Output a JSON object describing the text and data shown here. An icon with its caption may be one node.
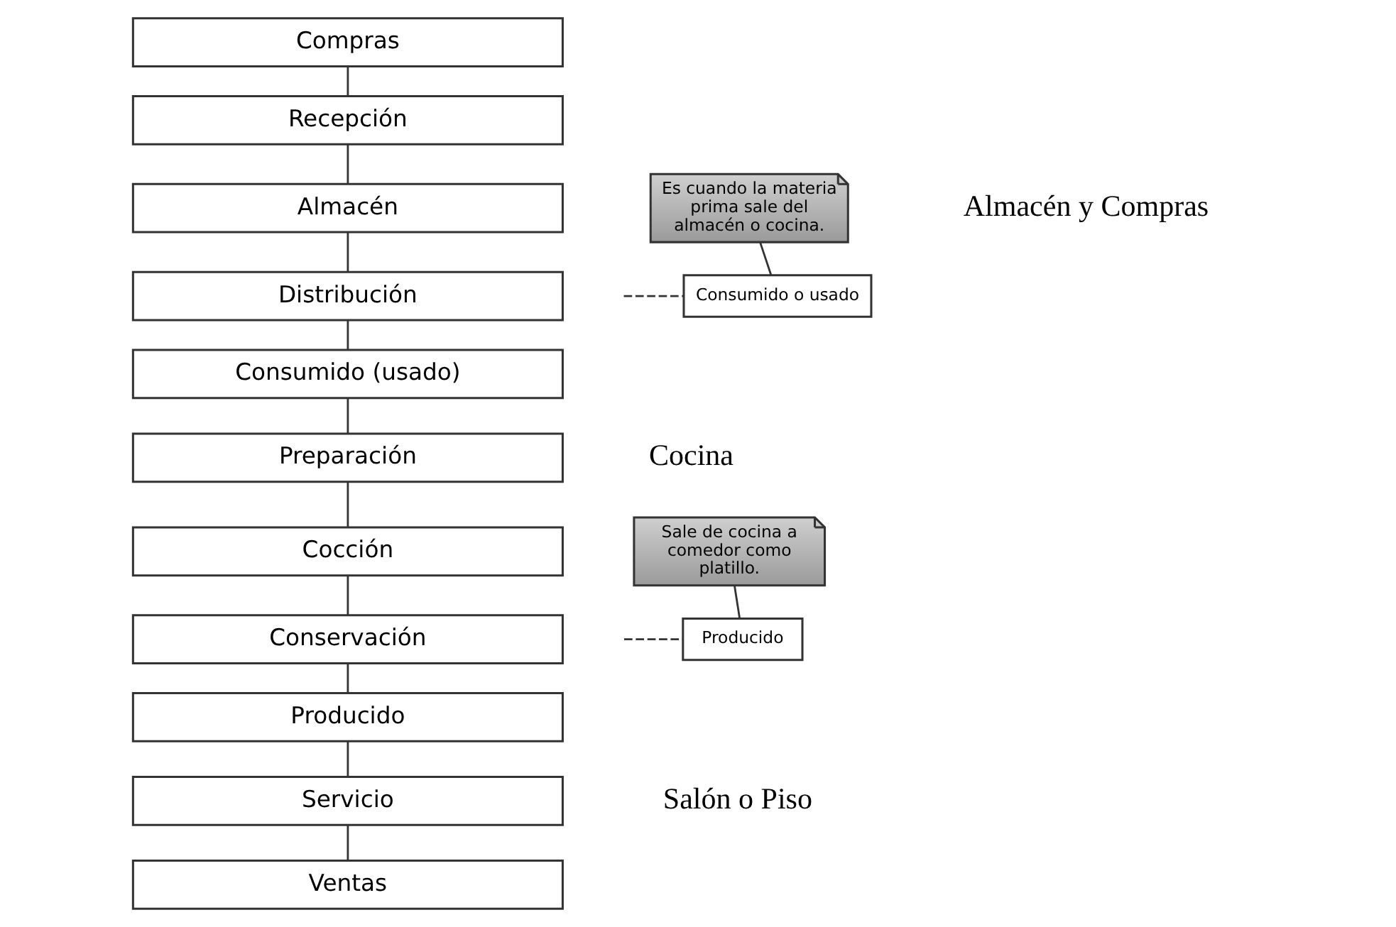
{
  "diagram": {
    "nodes": [
      {
        "text": [
          "Compras"
        ]
      },
      {
        "text": [
          "Recepción"
        ]
      },
      {
        "text": [
          "Almacén"
        ]
      },
      {
        "text": [
          "Distribución"
        ]
      },
      {
        "text": [
          "Consumido (usado)"
        ]
      },
      {
        "text": [
          "Preparación"
        ]
      },
      {
        "text": [
          "Cocción"
        ]
      },
      {
        "text": [
          "Conservación"
        ]
      },
      {
        "text": [
          "Producido"
        ]
      },
      {
        "text": [
          "Servicio"
        ]
      },
      {
        "text": [
          "Ventas"
        ]
      },
      {
        "text": [
          "Es cuando la materia prima sale del almacén o cocina."
        ]
      },
      {
        "text": [
          "Consumido o usado"
        ]
      },
      {
        "text": [
          "Sale de cocina a comedor como platillo."
        ]
      },
      {
        "text": [
          "Producido"
        ]
      }
    ],
    "edges": [
      {
        "from": 0,
        "to": 1,
        "arrow": "none"
      },
      {
        "from": 1,
        "to": 2,
        "arrow": "none"
      },
      {
        "from": 2,
        "to": 3,
        "arrow": "none"
      },
      {
        "from": 3,
        "to": 4,
        "arrow": "none"
      },
      {
        "from": 4,
        "to": 5,
        "arrow": "none"
      },
      {
        "from": 5,
        "to": 6,
        "arrow": "none"
      },
      {
        "from": 6,
        "to": 7,
        "arrow": "none"
      },
      {
        "from": 7,
        "to": 8,
        "arrow": "none"
      },
      {
        "from": 8,
        "to": 9,
        "arrow": "none"
      },
      {
        "from": 9,
        "to": 10,
        "arrow": "none"
      },
      {
        "from": 11,
        "to": 12,
        "arrow": "none"
      },
      {
        "from": null,
        "to": 12,
        "arrow": "none",
        "style": "dashed"
      },
      {
        "from": 13,
        "to": 14,
        "arrow": "none"
      },
      {
        "from": null,
        "to": 14,
        "arrow": "none",
        "style": "dashed"
      }
    ],
    "labels": [
      "Almacén y Compras",
      "Cocina",
      "Salón o Piso"
    ]
  }
}
